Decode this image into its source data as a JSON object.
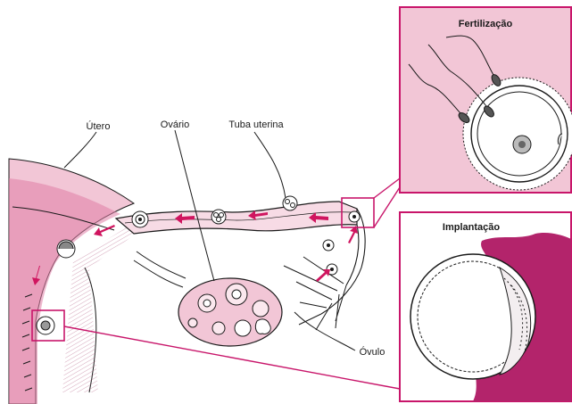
{
  "labels": {
    "utero": "Útero",
    "ovario": "Ovário",
    "tuba": "Tuba uterina",
    "ovulo": "Óvulo"
  },
  "insets": {
    "fertilization_title": "Fertilização",
    "implantation_title": "Implantação"
  },
  "colors": {
    "pink_light": "#f2c6d6",
    "pink_mid": "#e07ea5",
    "magenta": "#c8156a",
    "arrow": "#d0155f",
    "tissue_dark": "#b3246b",
    "line": "#1a1a1a"
  }
}
